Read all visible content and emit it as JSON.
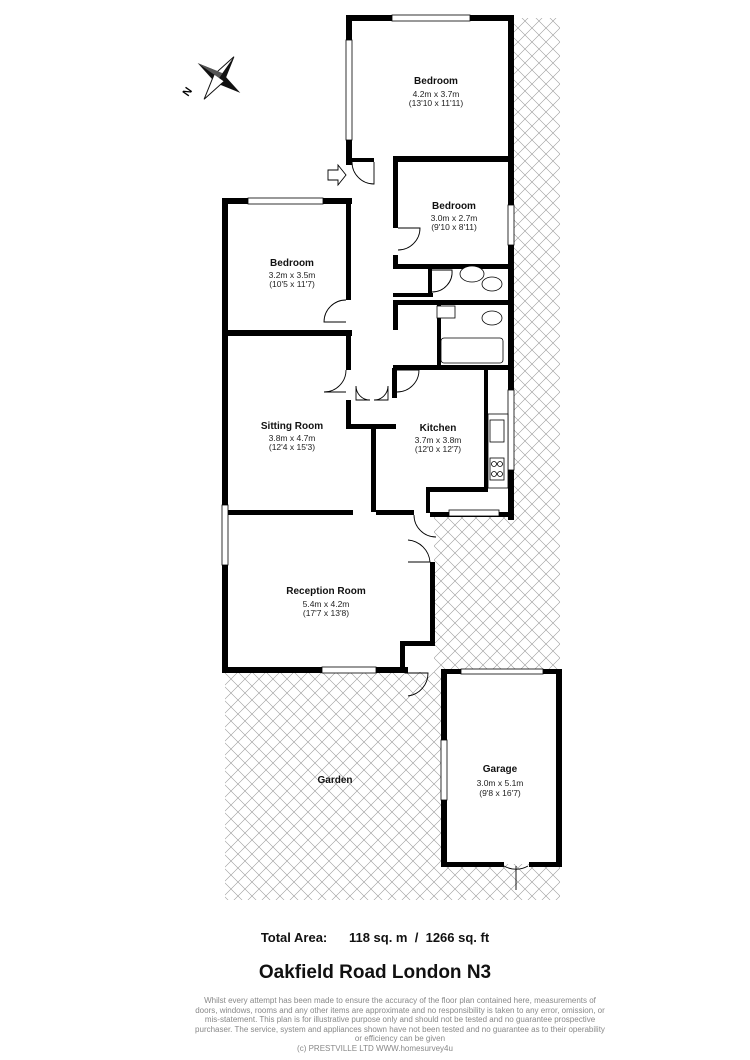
{
  "rooms": {
    "bedroom_top": {
      "name": "Bedroom",
      "metric": "4.2m x 3.7m",
      "imperial": "(13'10 x 11'11)"
    },
    "bedroom_mid": {
      "name": "Bedroom",
      "metric": "3.0m x 2.7m",
      "imperial": "(9'10 x 8'11)"
    },
    "bedroom_left": {
      "name": "Bedroom",
      "metric": "3.2m x 3.5m",
      "imperial": "(10'5 x 11'7)"
    },
    "sitting": {
      "name": "Sitting Room",
      "metric": "3.8m x 4.7m",
      "imperial": "(12'4 x 15'3)"
    },
    "kitchen": {
      "name": "Kitchen",
      "metric": "3.7m x 3.8m",
      "imperial": "(12'0 x 12'7)"
    },
    "reception": {
      "name": "Reception Room",
      "metric": "5.4m x 4.2m",
      "imperial": "(17'7 x 13'8)"
    },
    "garden": {
      "name": "Garden"
    },
    "garage": {
      "name": "Garage",
      "metric": "3.0m x 5.1m",
      "imperial": "(9'8 x 16'7)"
    }
  },
  "compass": {
    "label": "N",
    "icon": "compass-icon"
  },
  "entrance": {
    "icon": "entrance-arrow-icon"
  },
  "total_area": {
    "label": "Total Area:",
    "metric": "118 sq. m",
    "separator": "/",
    "imperial": "1266 sq. ft"
  },
  "address": "Oakfield Road London N3",
  "disclaimer": "Whilst every attempt has been made to ensure the accuracy of the floor plan contained here, measurements of doors, windows, rooms and any other items are approximate and no responsibility is taken to any error, omission, or mis-statement. This plan is for illustrative purpose only and should not be tested and no guarantee prospective purchaser. The service, system and appliances shown have not been tested and no guarantee as to their operability or efficiency can be given",
  "copyright": "(c) PRESTVILLE LTD WWW.homesurvey4u"
}
